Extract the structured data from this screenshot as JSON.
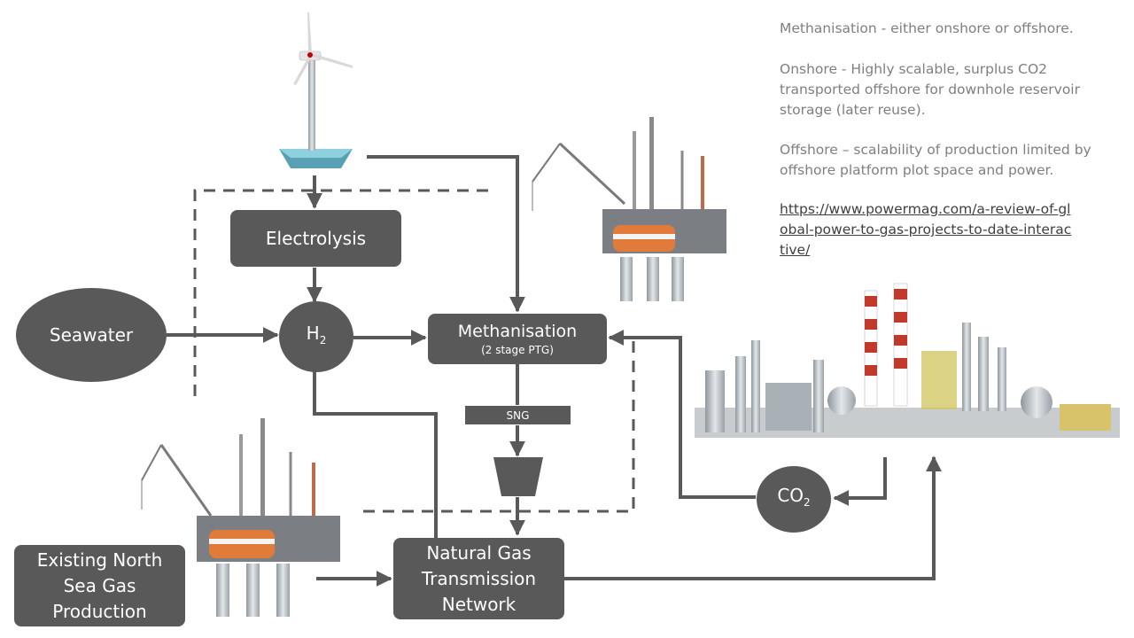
{
  "nodes": {
    "electrolysis": "Electrolysis",
    "seawater": "Seawater",
    "h2": {
      "base": "H",
      "sub": "2"
    },
    "methanisation": {
      "title": "Methanisation",
      "subtitle": "(2 stage PTG)"
    },
    "sng": "SNG",
    "co2": {
      "base": "CO",
      "sub": "2"
    },
    "natural_gas": [
      "Natural Gas",
      "Transmission",
      "Network"
    ],
    "north_sea": [
      "Existing North",
      "Sea Gas",
      "Production"
    ]
  },
  "notes": {
    "line1": "Methanisation - either onshore or offshore.",
    "onshore": "Onshore  -  Highly scalable, surplus CO2 transported offshore for downhole reservoir storage (later reuse).",
    "offshore": "Offshore – scalability of production limited  by offshore platform plot space and power.",
    "link": "https://www.powermag.com/a-review-of-global-power-to-gas-projects-to-date-interactive/"
  },
  "illustrations": [
    "wind-turbine",
    "offshore-platform",
    "refinery",
    "offshore-platform"
  ],
  "colors": {
    "node": "#595959",
    "arrow": "#595959",
    "note_text": "#7f7f7f",
    "link_text": "#3f3f3f"
  }
}
